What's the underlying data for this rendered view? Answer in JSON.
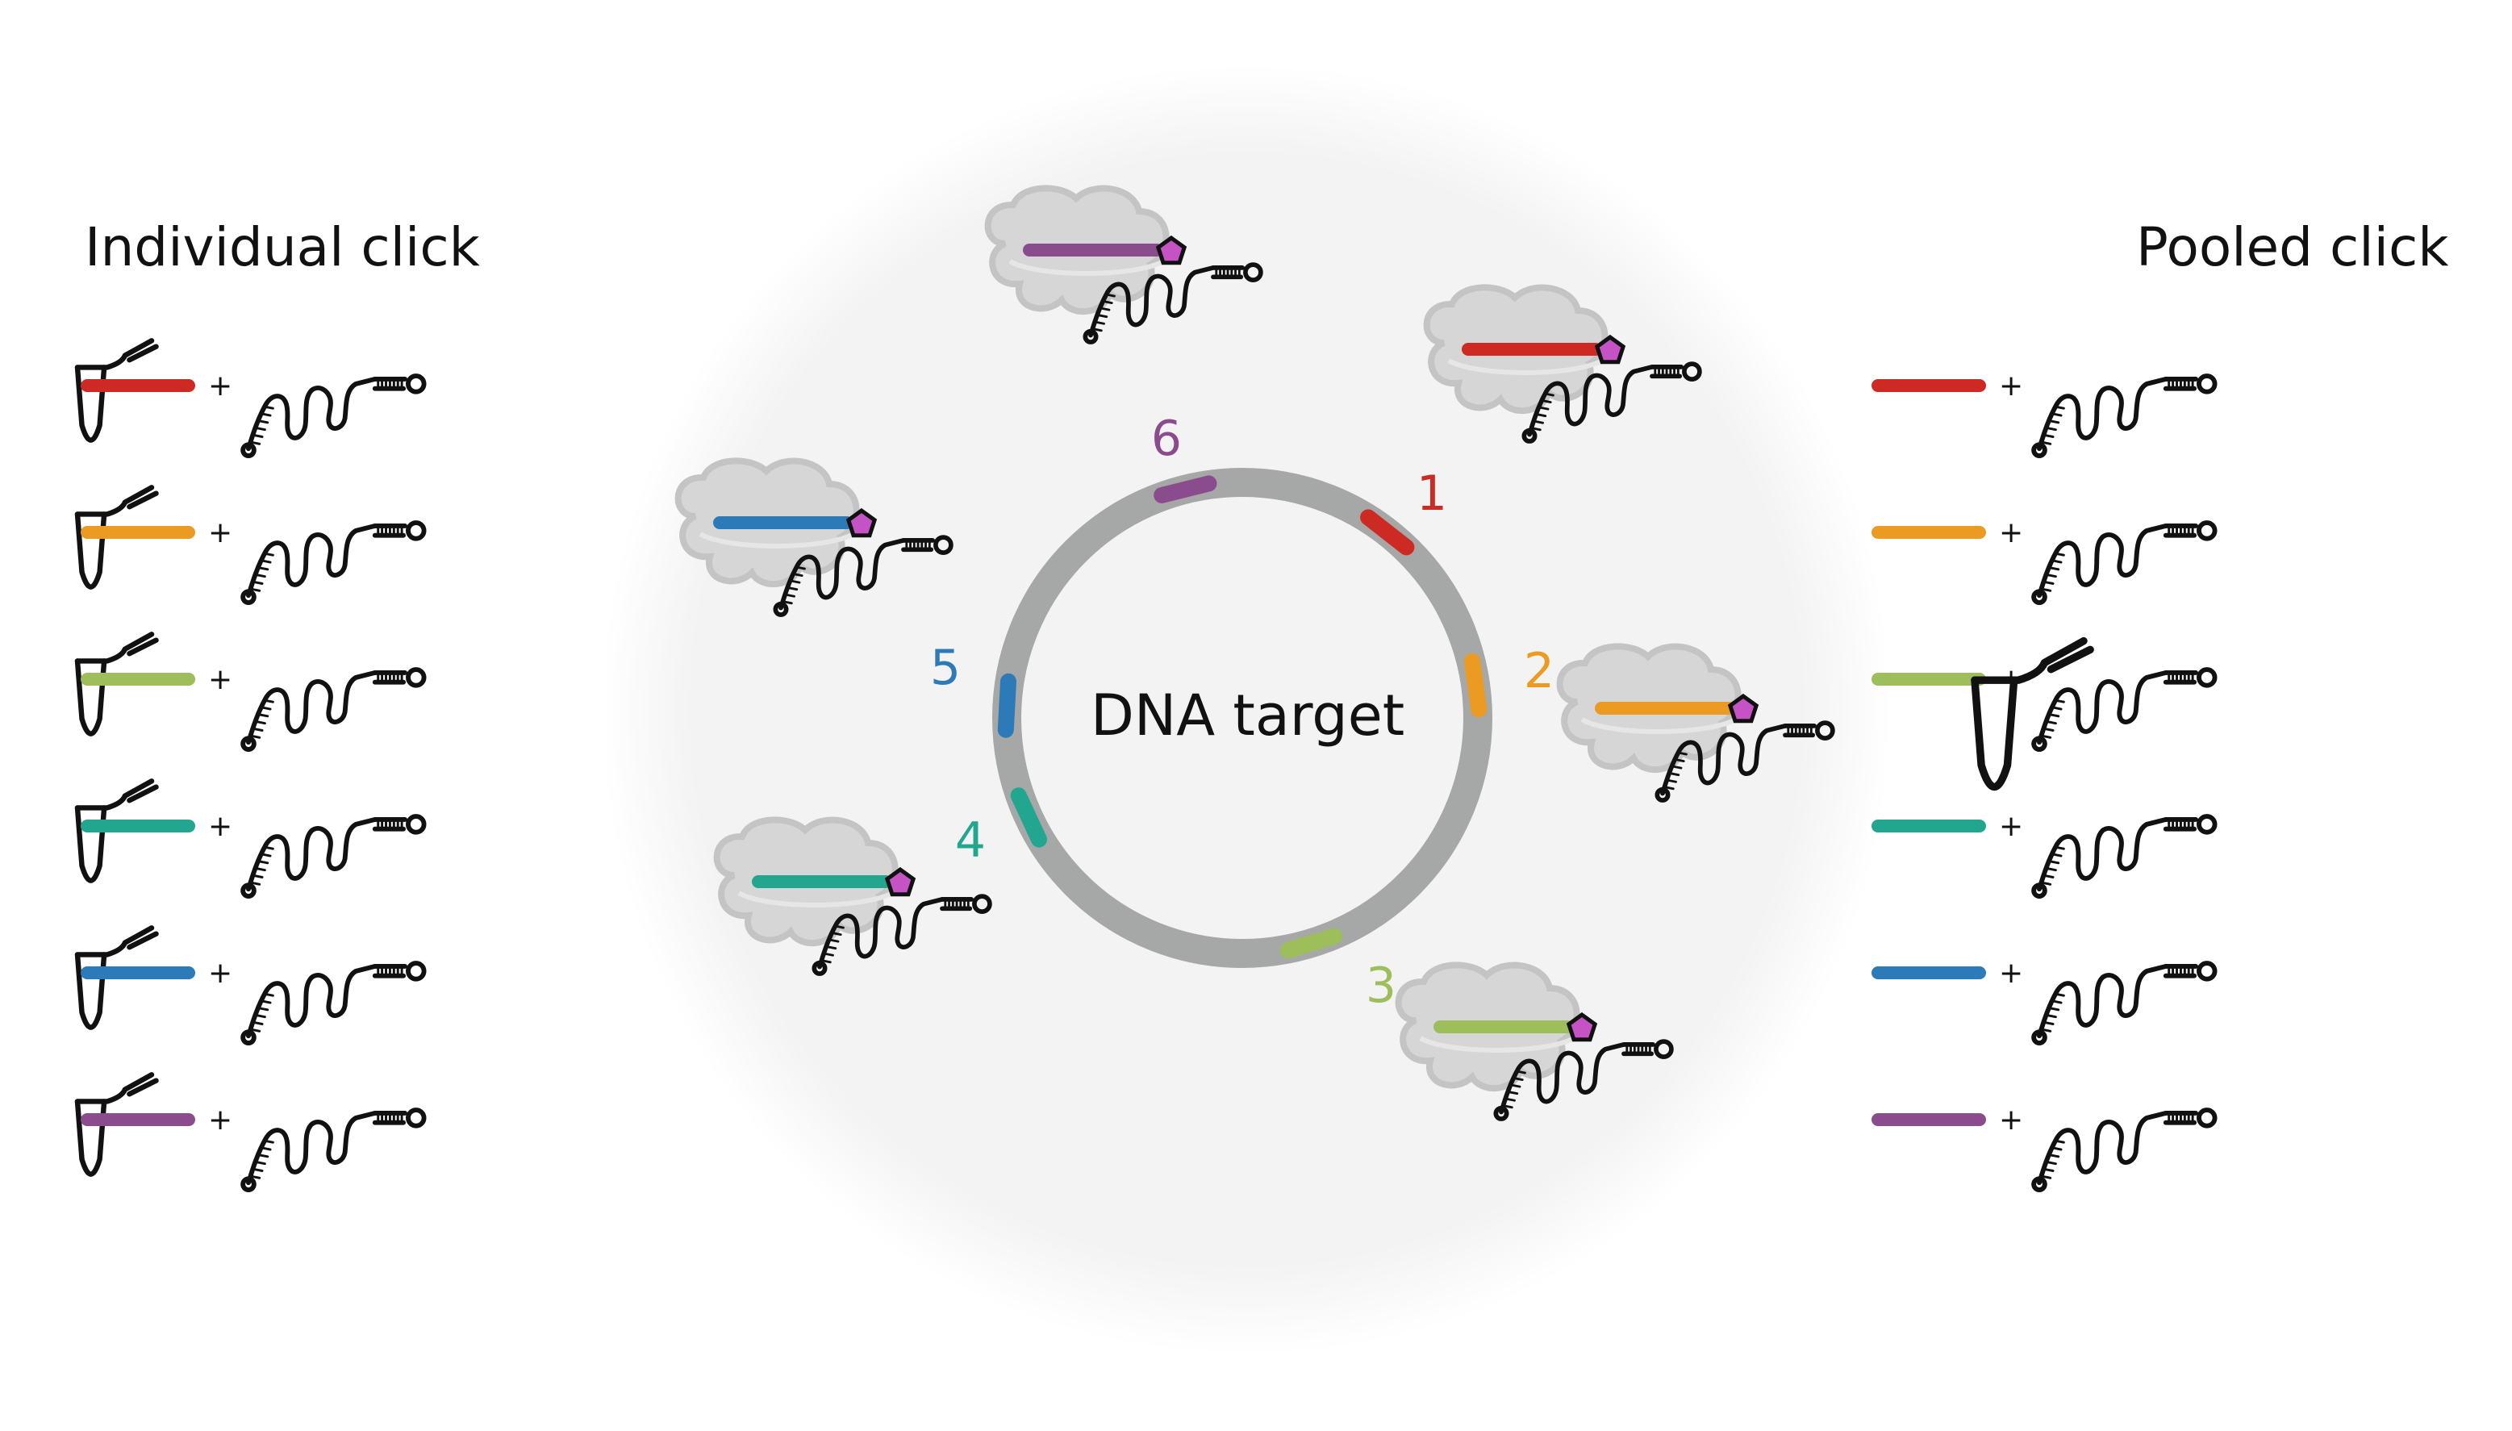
{
  "individual_click": {
    "title": "Individual click",
    "rows": [
      {
        "color": "#cc2a22",
        "plus": "+"
      },
      {
        "color": "#eb9a22",
        "plus": "+"
      },
      {
        "color": "#9dbe5a",
        "plus": "+"
      },
      {
        "color": "#23a68f",
        "plus": "+"
      },
      {
        "color": "#2d7ab8",
        "plus": "+"
      },
      {
        "color": "#8b4c8e",
        "plus": "+"
      }
    ]
  },
  "pooled_click": {
    "title": "Pooled click",
    "rows": [
      {
        "color": "#cc2a22",
        "plus": "+"
      },
      {
        "color": "#eb9a22",
        "plus": "+"
      },
      {
        "color": "#9dbe5a",
        "plus": "+"
      },
      {
        "color": "#23a68f",
        "plus": "+"
      },
      {
        "color": "#2d7ab8",
        "plus": "+"
      },
      {
        "color": "#8b4c8e",
        "plus": "+"
      }
    ]
  },
  "target": {
    "label": "DNA target",
    "ring_color": "#a6a7a7",
    "background_color": "#f2f2f2",
    "sites": [
      {
        "number": "1",
        "color": "#cc2a22"
      },
      {
        "number": "2",
        "color": "#eb9a22"
      },
      {
        "number": "3",
        "color": "#9dbe5a"
      },
      {
        "number": "4",
        "color": "#23a68f"
      },
      {
        "number": "5",
        "color": "#2d7ab8"
      },
      {
        "number": "6",
        "color": "#8b4c8e"
      }
    ]
  },
  "complex_colors": {
    "cloud": "#d6d6d6",
    "cloud_outline": "#c4c4c4",
    "pentagon": "#c653c6"
  },
  "icons": {
    "tube": "tube-icon",
    "guide_rna": "guide-rna-icon",
    "protein": "protein-complex-icon",
    "modification": "pentagon-modification-icon"
  }
}
